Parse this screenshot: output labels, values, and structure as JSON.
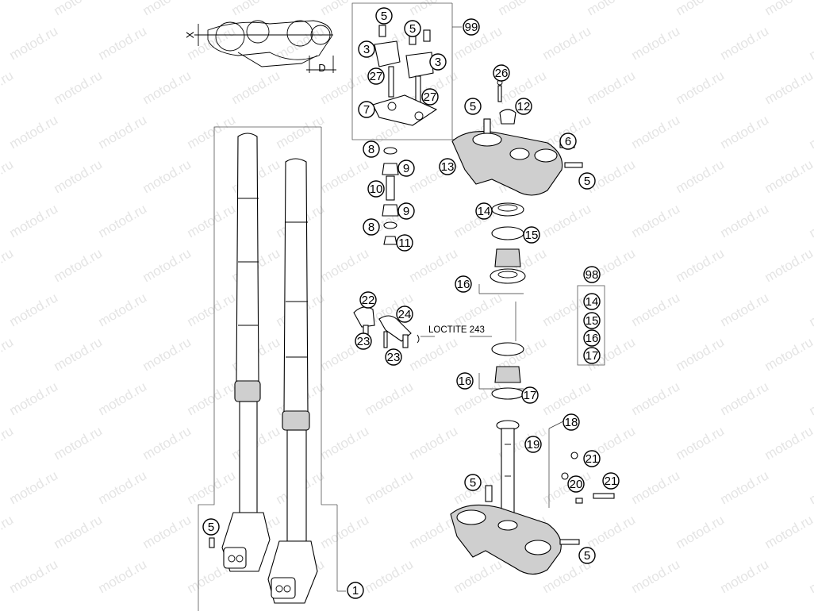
{
  "watermark": "motod.ru",
  "note_loctite": "LOCTITE 243",
  "dim_x": "X",
  "dim_d": "D",
  "callouts": [
    {
      "id": "c1",
      "label": "1"
    },
    {
      "id": "c3a",
      "label": "3"
    },
    {
      "id": "c3b",
      "label": "3"
    },
    {
      "id": "c5a",
      "label": "5"
    },
    {
      "id": "c5b",
      "label": "5"
    },
    {
      "id": "c5c",
      "label": "5"
    },
    {
      "id": "c5d",
      "label": "5"
    },
    {
      "id": "c5e",
      "label": "5"
    },
    {
      "id": "c5f",
      "label": "5"
    },
    {
      "id": "c5g",
      "label": "5"
    },
    {
      "id": "c6",
      "label": "6"
    },
    {
      "id": "c7",
      "label": "7"
    },
    {
      "id": "c8a",
      "label": "8"
    },
    {
      "id": "c8b",
      "label": "8"
    },
    {
      "id": "c9a",
      "label": "9"
    },
    {
      "id": "c9b",
      "label": "9"
    },
    {
      "id": "c10",
      "label": "10"
    },
    {
      "id": "c11",
      "label": "11"
    },
    {
      "id": "c12",
      "label": "12"
    },
    {
      "id": "c13",
      "label": "13"
    },
    {
      "id": "c14a",
      "label": "14"
    },
    {
      "id": "c14b",
      "label": "14"
    },
    {
      "id": "c15a",
      "label": "15"
    },
    {
      "id": "c15b",
      "label": "15"
    },
    {
      "id": "c16a",
      "label": "16"
    },
    {
      "id": "c16b",
      "label": "16"
    },
    {
      "id": "c16c",
      "label": "16"
    },
    {
      "id": "c17a",
      "label": "17"
    },
    {
      "id": "c17b",
      "label": "17"
    },
    {
      "id": "c18",
      "label": "18"
    },
    {
      "id": "c19",
      "label": "19"
    },
    {
      "id": "c20",
      "label": "20"
    },
    {
      "id": "c21a",
      "label": "21"
    },
    {
      "id": "c21b",
      "label": "21"
    },
    {
      "id": "c22",
      "label": "22"
    },
    {
      "id": "c23a",
      "label": "23"
    },
    {
      "id": "c23b",
      "label": "23"
    },
    {
      "id": "c24",
      "label": "24"
    },
    {
      "id": "c26",
      "label": "26"
    },
    {
      "id": "c27a",
      "label": "27"
    },
    {
      "id": "c27b",
      "label": "27"
    },
    {
      "id": "c98",
      "label": "98"
    },
    {
      "id": "c99",
      "label": "99"
    }
  ]
}
